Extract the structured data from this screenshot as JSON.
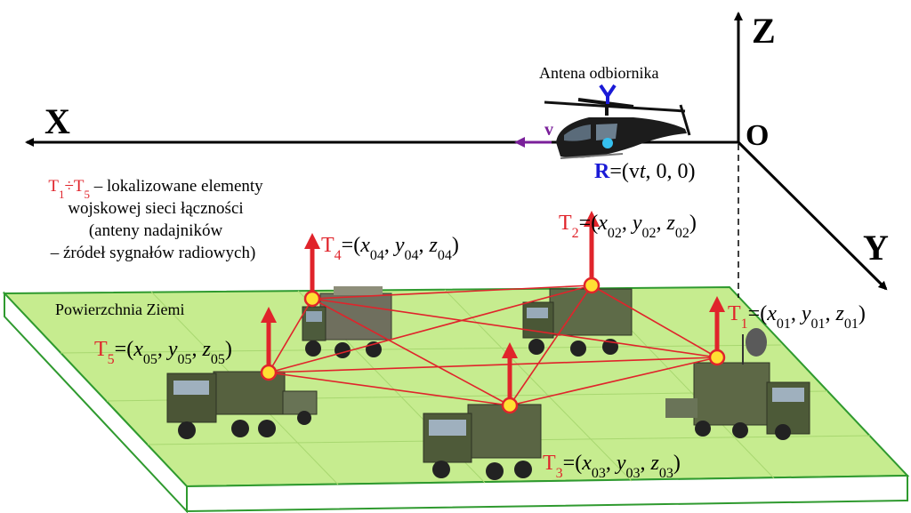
{
  "axes": {
    "x_label": "X",
    "y_label": "Y",
    "z_label": "Z",
    "origin_label": "O"
  },
  "receiver": {
    "antenna_label": "Antena odbiornika",
    "velocity_label": "v",
    "position_bold": "R",
    "position_rest": "=(v",
    "position_t": "t",
    "position_end": ", 0, 0)"
  },
  "ground_label": "Powierzchnia Ziemi",
  "legend": {
    "line1_range_a": "T",
    "line1_sub_a": "1",
    "line1_div": "÷",
    "line1_range_b": "T",
    "line1_sub_b": "5",
    "line1_text": " – lokalizowane elementy",
    "line2": "wojskowej sieci łączności",
    "line3": "(anteny nadajników",
    "line4": "– źródeł sygnałów radiowych)"
  },
  "transmitters": [
    {
      "name": "T",
      "index": "1",
      "sub": "01"
    },
    {
      "name": "T",
      "index": "2",
      "sub": "02"
    },
    {
      "name": "T",
      "index": "3",
      "sub": "03"
    },
    {
      "name": "T",
      "index": "4",
      "sub": "04"
    },
    {
      "name": "T",
      "index": "5",
      "sub": "05"
    }
  ],
  "coord_symbols": {
    "x": "x",
    "y": "y",
    "z": "z",
    "open": "=(",
    "sep": ", ",
    "close": ")"
  },
  "colors": {
    "ground_top": "#c6ec8f",
    "ground_edge": "#2f9a2f",
    "link_red": "#e0242b",
    "node_yellow": "#ffe033",
    "velocity_purple": "#7a1f9a",
    "receiver_blue": "#1a1ad6"
  }
}
